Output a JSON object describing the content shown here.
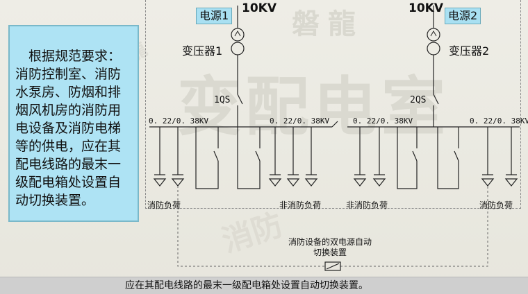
{
  "watermarks": {
    "brand": "磐龍",
    "room": "变配电室",
    "fire": "消防",
    "small": "磐龍"
  },
  "left_text": {
    "heading": "根据规范要求：",
    "body": "消防控制室、消防水泵房、防烟和排烟风机房的消防用电设备及消防电梯等的供电，应在其配电线路的最末一级配电箱处设置自动切换装置。"
  },
  "diagram": {
    "source1": {
      "label": "电源1",
      "voltage": "10KV",
      "transformer": "变压器1",
      "switch": "1QS"
    },
    "source2": {
      "label": "电源2",
      "voltage": "10KV",
      "transformer": "变压器2",
      "switch": "2QS"
    },
    "bus_voltage": [
      "0. 22/0. 38KV",
      "0. 22/0. 38KV",
      "0. 22/0. 38KV",
      "0. 22/0. 38KV"
    ],
    "loads": {
      "fire_left": "消防负荷",
      "nonfire_1": "非消防负荷",
      "nonfire_2": "非消防负荷",
      "fire_right": "消防负荷"
    },
    "ats_caption_line1": "消防设备的双电源自动",
    "ats_caption_line2": "切换装置"
  },
  "footer": {
    "note": "应在其配电线路的最末一级配电箱处设置自动切换装置。"
  },
  "colors": {
    "text_box": "#aee3f4",
    "source_label": "#a9e0f2",
    "footer_bar": "#cfcfcf"
  }
}
